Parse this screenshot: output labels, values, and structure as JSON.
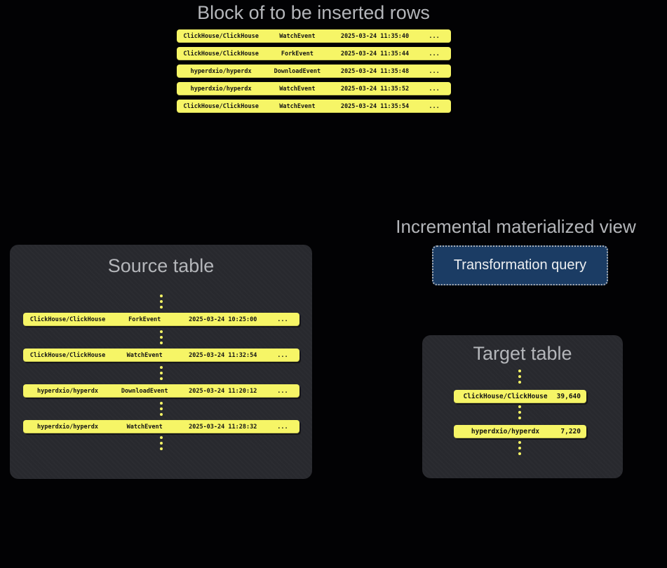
{
  "colors": {
    "background": "#020204",
    "panel_background": "#28292e",
    "row_yellow": "#f6f566",
    "row_text": "#141414",
    "title_gray": "#b4b6ba",
    "query_box_blue": "#1b3c64",
    "query_box_border": "#a9aeb5",
    "query_box_text": "#edeff1"
  },
  "insert_block": {
    "title": "Block of to be inserted rows",
    "rows": [
      {
        "repo": "ClickHouse/ClickHouse",
        "event": "WatchEvent",
        "timestamp": "2025-03-24 11:35:40",
        "more": "..."
      },
      {
        "repo": "ClickHouse/ClickHouse",
        "event": "ForkEvent",
        "timestamp": "2025-03-24 11:35:44",
        "more": "..."
      },
      {
        "repo": "hyperdxio/hyperdx",
        "event": "DownloadEvent",
        "timestamp": "2025-03-24 11:35:48",
        "more": "..."
      },
      {
        "repo": "hyperdxio/hyperdx",
        "event": "WatchEvent",
        "timestamp": "2025-03-24 11:35:52",
        "more": "..."
      },
      {
        "repo": "ClickHouse/ClickHouse",
        "event": "WatchEvent",
        "timestamp": "2025-03-24 11:35:54",
        "more": "..."
      }
    ]
  },
  "source_table": {
    "title": "Source table",
    "rows": [
      {
        "repo": "ClickHouse/ClickHouse",
        "event": "ForkEvent",
        "timestamp": "2025-03-24 10:25:00",
        "more": "..."
      },
      {
        "repo": "ClickHouse/ClickHouse",
        "event": "WatchEvent",
        "timestamp": "2025-03-24 11:32:54",
        "more": "..."
      },
      {
        "repo": "hyperdxio/hyperdx",
        "event": "DownloadEvent",
        "timestamp": "2025-03-24 11:20:12",
        "more": "..."
      },
      {
        "repo": "hyperdxio/hyperdx",
        "event": "WatchEvent",
        "timestamp": "2025-03-24 11:28:32",
        "more": "..."
      }
    ]
  },
  "materialized_view": {
    "title": "Incremental materialized view",
    "query_label": "Transformation query"
  },
  "target_table": {
    "title": "Target table",
    "rows": [
      {
        "repo": "ClickHouse/ClickHouse",
        "count": "39,640"
      },
      {
        "repo": "hyperdxio/hyperdx",
        "count": "7,220"
      }
    ]
  }
}
